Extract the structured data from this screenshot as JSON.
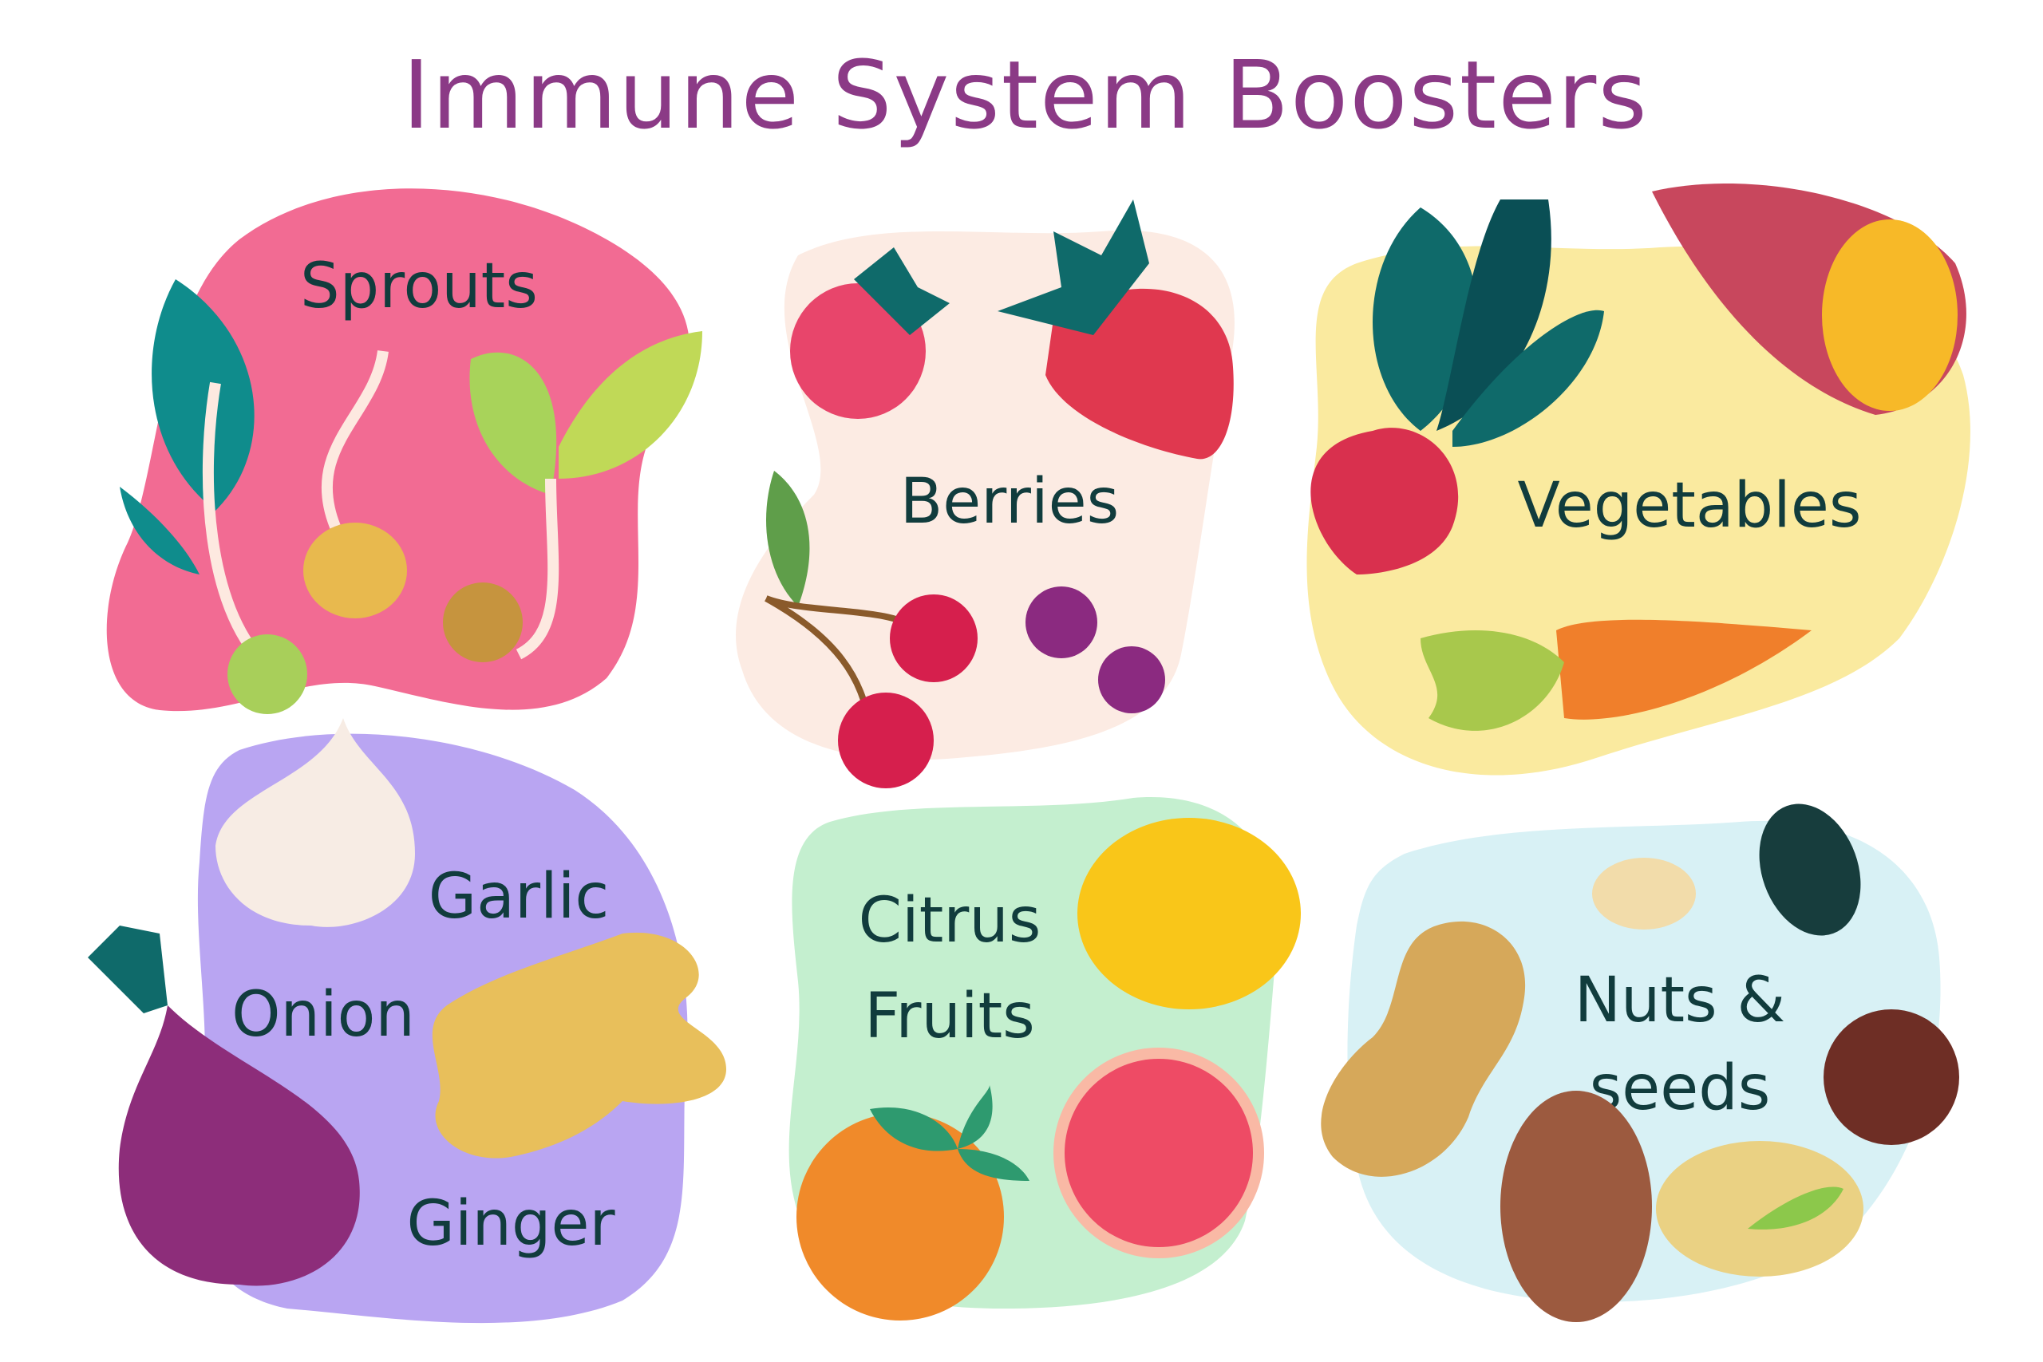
{
  "title": "Immune System Boosters",
  "groups": {
    "sprouts": {
      "label": "Sprouts",
      "color": "#f26b93"
    },
    "berries": {
      "label": "Berries",
      "color": "#fcebe3"
    },
    "vegetables": {
      "label": "Vegetables",
      "color": "#faea9f"
    },
    "roots": {
      "labels": [
        "Garlic",
        "Onion",
        "Ginger"
      ],
      "color": "#b9a5f2"
    },
    "citrus": {
      "label_line1": "Citrus",
      "label_line2": "Fruits",
      "color": "#c4efcf"
    },
    "nuts": {
      "label_line1": "Nuts &",
      "label_line2": "seeds",
      "color": "#d8f1f5"
    }
  },
  "text_color": "#113c3d",
  "title_color": "#8b3a86"
}
